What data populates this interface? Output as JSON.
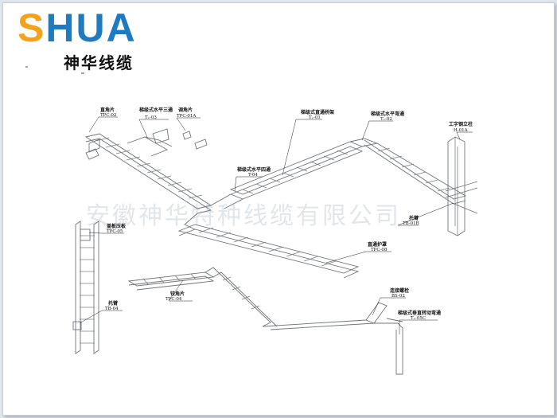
{
  "brand": {
    "logo_text": "SHUA",
    "logo_text_cn": "神华线缆",
    "watermark": "安徽神华特种线缆有限公司",
    "colors": {
      "blue": "#1f7bc0",
      "orange": "#f2a21b"
    }
  },
  "labels": [
    {
      "id": "l1",
      "name": "直角片",
      "code": "TPC-02"
    },
    {
      "id": "l2",
      "name": "梯级式水平三通",
      "code": "Tₓ-03"
    },
    {
      "id": "l3",
      "name": "调角片",
      "code": "TPC-01A"
    },
    {
      "id": "l4",
      "name": "梯级式直通桥架",
      "code": "Tₓ-01"
    },
    {
      "id": "l5",
      "name": "梯级式水平弯通",
      "code": "Tₓ-02"
    },
    {
      "id": "l6",
      "name": "工字钢立柱",
      "code": "H-01A"
    },
    {
      "id": "l7",
      "name": "梯级式水平四通",
      "code": "T-04"
    },
    {
      "id": "l8",
      "name": "托臂",
      "code": "TB-01B"
    },
    {
      "id": "l9",
      "name": "盖板压板",
      "code": "TPC-05"
    },
    {
      "id": "l10",
      "name": "直通护罩",
      "code": "TPC-08"
    },
    {
      "id": "l11",
      "name": "托臂",
      "code": "TB-04"
    },
    {
      "id": "l12",
      "name": "铰角片",
      "code": "TPC-04"
    },
    {
      "id": "l13",
      "name": "连接螺栓",
      "code": "BS-02"
    },
    {
      "id": "l14",
      "name": "梯级式垂直转动弯通",
      "code": "Tₓ-05C"
    }
  ]
}
